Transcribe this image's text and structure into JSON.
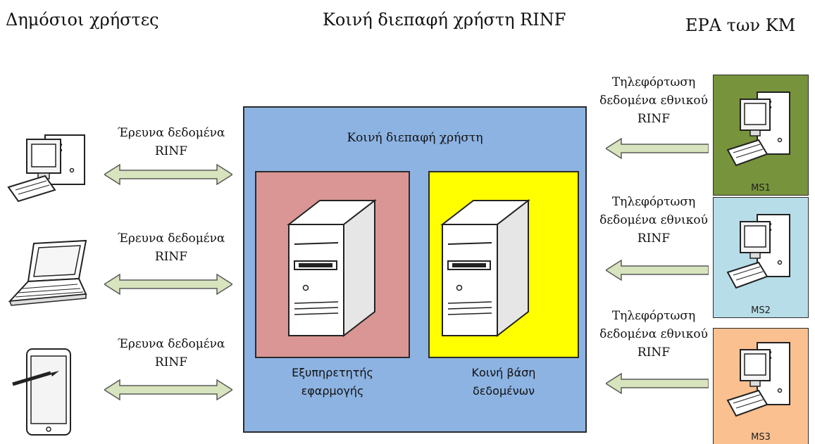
{
  "headers": {
    "left": "Δημόσιοι χρήστες",
    "center": "Κοινή διεπαφή χρήστη RINF",
    "right": "ΕΡΑ των ΚΜ"
  },
  "user_links": [
    {
      "line1": "Έρευνα δεδομένα",
      "line2": "RINF"
    },
    {
      "line1": "Έρευνα δεδομένα",
      "line2": "RINF"
    },
    {
      "line1": "Έρευνα δεδομένα",
      "line2": "RINF"
    }
  ],
  "center_box": {
    "title": "Κοινή διεπαφή χρήστη",
    "app_server": {
      "line1": "Εξυπηρετητής",
      "line2": "εφαρμογής"
    },
    "database": {
      "line1": "Κοινή βάση",
      "line2": "δεδομένων"
    }
  },
  "uploads": [
    {
      "line1": "Τηλεφόρτωση",
      "line2": "δεδομένα εθνικού",
      "line3": "RINF"
    },
    {
      "line1": "Τηλεφόρτωση",
      "line2": "δεδομένα εθνικού",
      "line3": "RINF"
    },
    {
      "line1": "Τηλεφόρτωση",
      "line2": "δεδομένα εθνικού",
      "line3": "RINF"
    }
  ],
  "member_states": [
    {
      "label": "MS1",
      "color": "#77933c"
    },
    {
      "label": "MS2",
      "color": "#b7dde8"
    },
    {
      "label": "MS3",
      "color": "#fac090"
    }
  ],
  "colors": {
    "center_box": "#8db3e2",
    "app_server_box": "#d99694",
    "database_box": "#ffff00",
    "arrow_fill": "#d7e4bd"
  },
  "icons": {
    "user_devices": [
      "desktop-computer-icon",
      "laptop-icon",
      "tablet-icon"
    ],
    "servers": [
      "server-icon",
      "server-icon"
    ],
    "member_state_computers": [
      "desktop-computer-icon",
      "desktop-computer-icon",
      "desktop-computer-icon"
    ]
  }
}
